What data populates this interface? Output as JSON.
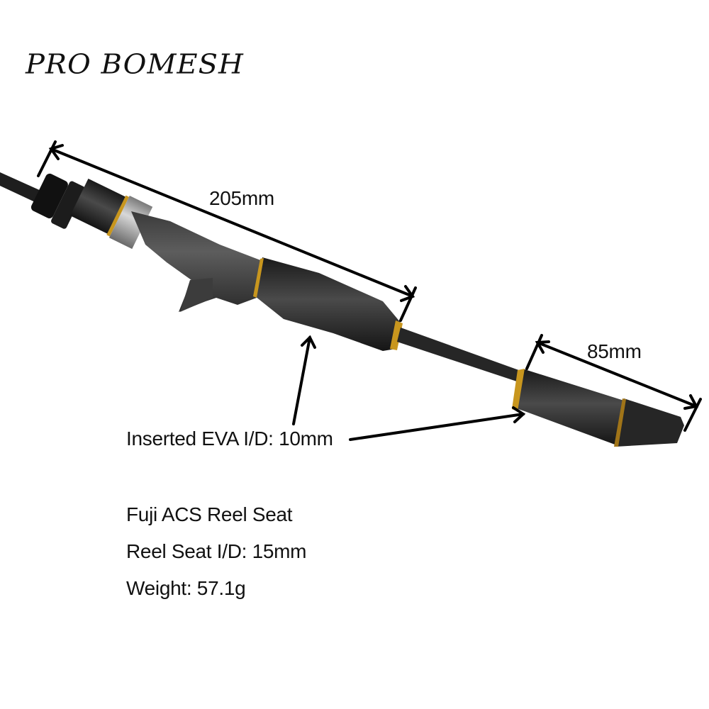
{
  "brand": {
    "name": "PRO BOMESH"
  },
  "dimensions": {
    "handle_length": "205mm",
    "butt_length": "85mm"
  },
  "callouts": {
    "eva_id": "Inserted EVA I/D: 10mm"
  },
  "specs": [
    {
      "text": "Fuji ACS Reel Seat"
    },
    {
      "text": "Reel Seat I/D: 15mm"
    },
    {
      "text": "Weight: 57.1g"
    }
  ],
  "colors": {
    "background": "#ffffff",
    "carbon": "#2b2b2b",
    "grip_gray": "#4a4a4a",
    "gold_trim": "#c8961e",
    "silver_ring": "#b8b8b8",
    "arrow": "#000000"
  }
}
